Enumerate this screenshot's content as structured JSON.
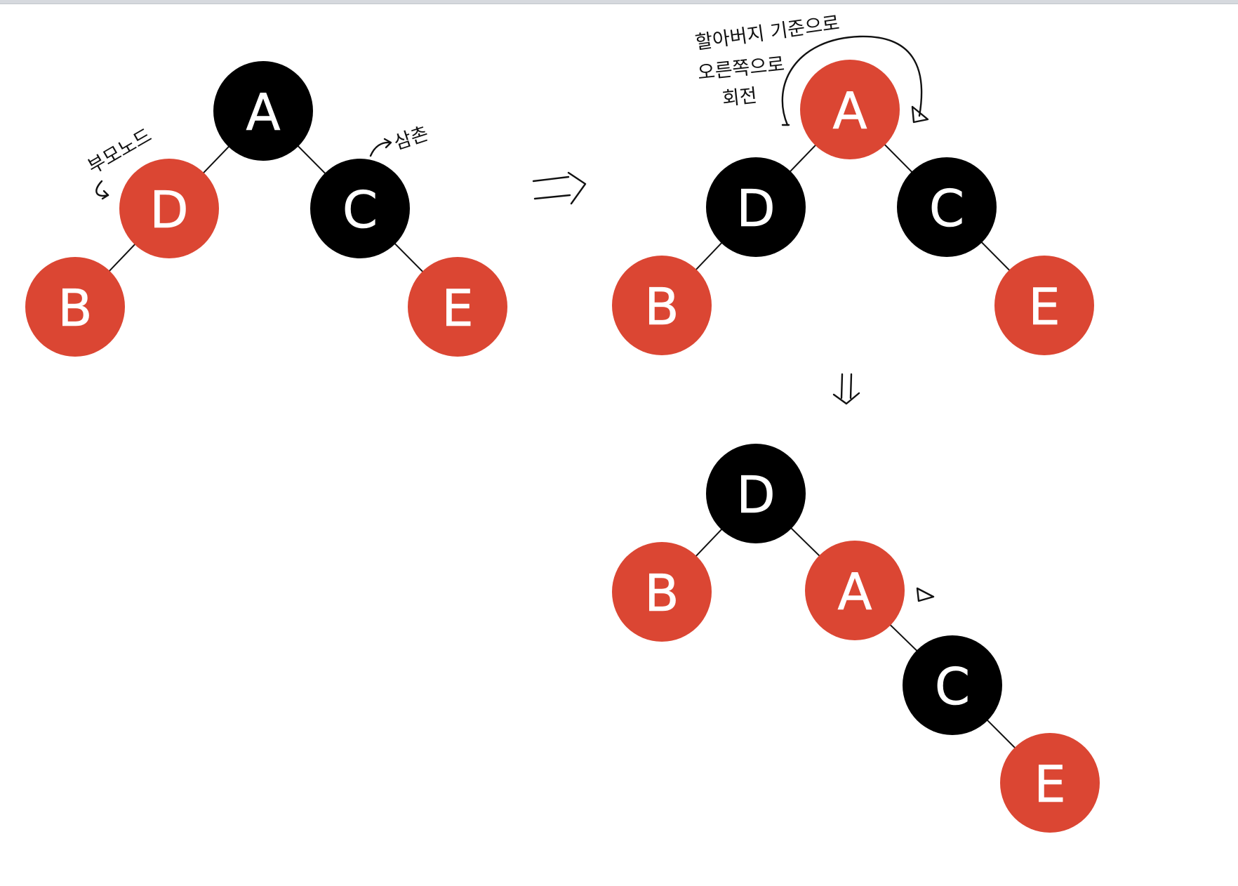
{
  "colors": {
    "red": "#db4633",
    "black": "#000000",
    "label": "#ffffff",
    "ink": "#111111"
  },
  "labels": {
    "parent_node": "부모노드",
    "uncle_node": "삼촌",
    "rotation_note_line1": "할아버지 기준으로",
    "rotation_note_line2": "오른쪽으로",
    "rotation_note_line3": "회전"
  },
  "trees": [
    {
      "id": "tree-initial",
      "nodes": [
        {
          "id": "A",
          "label": "A",
          "color": "black"
        },
        {
          "id": "D",
          "label": "D",
          "color": "red"
        },
        {
          "id": "C",
          "label": "C",
          "color": "black"
        },
        {
          "id": "B",
          "label": "B",
          "color": "red"
        },
        {
          "id": "E",
          "label": "E",
          "color": "red"
        }
      ],
      "edges": [
        [
          "A",
          "D"
        ],
        [
          "A",
          "C"
        ],
        [
          "D",
          "B"
        ],
        [
          "C",
          "E"
        ]
      ]
    },
    {
      "id": "tree-recolored",
      "nodes": [
        {
          "id": "A",
          "label": "A",
          "color": "red"
        },
        {
          "id": "D",
          "label": "D",
          "color": "black"
        },
        {
          "id": "C",
          "label": "C",
          "color": "black"
        },
        {
          "id": "B",
          "label": "B",
          "color": "red"
        },
        {
          "id": "E",
          "label": "E",
          "color": "red"
        }
      ],
      "edges": [
        [
          "A",
          "D"
        ],
        [
          "A",
          "C"
        ],
        [
          "D",
          "B"
        ],
        [
          "C",
          "E"
        ]
      ]
    },
    {
      "id": "tree-rotated",
      "nodes": [
        {
          "id": "D",
          "label": "D",
          "color": "black"
        },
        {
          "id": "B",
          "label": "B",
          "color": "red"
        },
        {
          "id": "A",
          "label": "A",
          "color": "red"
        },
        {
          "id": "C",
          "label": "C",
          "color": "black"
        },
        {
          "id": "E",
          "label": "E",
          "color": "red"
        }
      ],
      "edges": [
        [
          "D",
          "B"
        ],
        [
          "D",
          "A"
        ],
        [
          "A",
          "C"
        ],
        [
          "C",
          "E"
        ]
      ]
    }
  ]
}
